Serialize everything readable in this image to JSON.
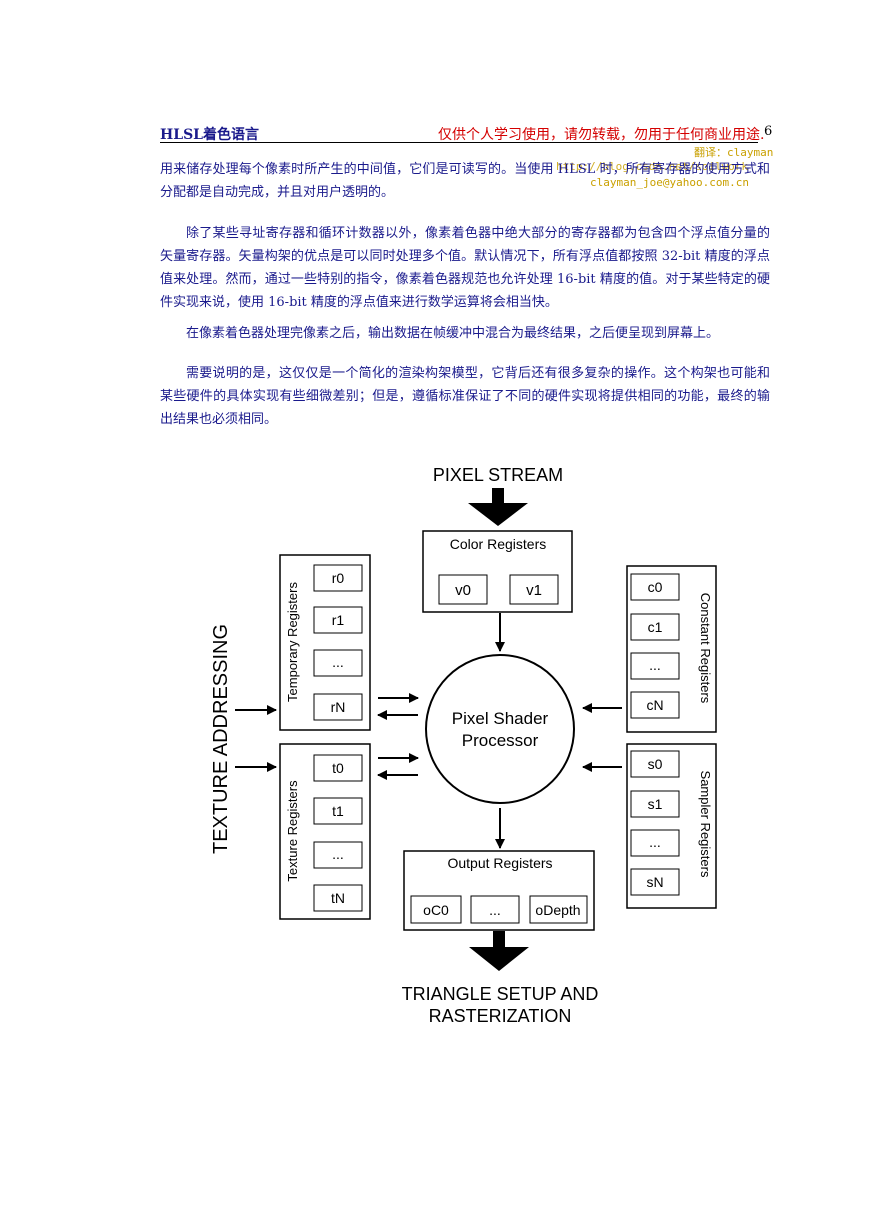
{
  "header": {
    "title": "HLSL着色语言",
    "notice": "仅供个人学习使用，请勿转载，勿用于任何商业用途.",
    "page_number": "6"
  },
  "watermark": {
    "translator": "翻译：clayman",
    "blog": "http://blog.csdn.net/soilwork",
    "email": "clayman_joe@yahoo.com.cn"
  },
  "paragraphs": [
    "用来储存处理每个像素时所产生的中间值，它们是可读写的。当使用 HLSL 时，所有寄存器的使用方式和分配都是自动完成，并且对用户透明的。",
    "除了某些寻址寄存器和循环计数器以外，像素着色器中绝大部分的寄存器都为包含四个浮点值分量的矢量寄存器。矢量构架的优点是可以同时处理多个值。默认情况下，所有浮点值都按照 32-bit 精度的浮点值来处理。然而，通过一些特别的指令，像素着色器规范也允许处理 16-bit 精度的值。对于某些特定的硬件实现来说，使用 16-bit 精度的浮点值来进行数学运算将会相当快。",
    "在像素着色器处理完像素之后，输出数据在帧缓冲中混合为最终结果，之后便呈现到屏幕上。",
    "需要说明的是，这仅仅是一个简化的渲染构架模型，它背后还有很多复杂的操作。这个构架也可能和某些硬件的具体实现有些细微差别；但是，遵循标准保证了不同的硬件实现将提供相同的功能，最终的输出结果也必须相同。"
  ],
  "diagram": {
    "pixel_stream": "PIXEL STREAM",
    "color_registers": {
      "title": "Color Registers",
      "items": [
        "v0",
        "v1"
      ]
    },
    "temporary_registers": {
      "title": "Temporary Registers",
      "items": [
        "r0",
        "r1",
        "...",
        "rN"
      ]
    },
    "texture_registers": {
      "title": "Texture Registers",
      "items": [
        "t0",
        "t1",
        "...",
        "tN"
      ]
    },
    "constant_registers": {
      "title": "Constant Registers",
      "items": [
        "c0",
        "c1",
        "...",
        "cN"
      ]
    },
    "sampler_registers": {
      "title": "Sampler Registers",
      "items": [
        "s0",
        "s1",
        "...",
        "sN"
      ]
    },
    "output_registers": {
      "title": "Output Registers",
      "items": [
        "oC0",
        "...",
        "oDepth"
      ]
    },
    "processor": [
      "Pixel Shader",
      "Processor"
    ],
    "texture_addressing": "TEXTURE ADDRESSING",
    "triangle_setup": [
      "TRIANGLE SETUP AND",
      "RASTERIZATION"
    ]
  }
}
